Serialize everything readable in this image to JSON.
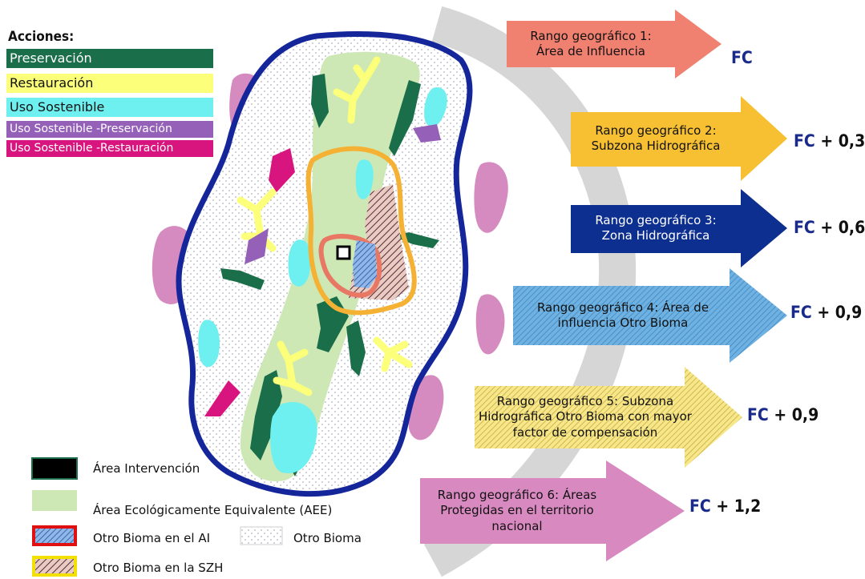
{
  "legend": {
    "title": "Acciones:",
    "items": [
      {
        "label": "Preservación",
        "color": "#1b6e4a",
        "text_color": "#ffffff"
      },
      {
        "label": "Restauración",
        "color": "#fbff7a",
        "text_color": "#111111"
      },
      {
        "label": "Uso Sostenible",
        "color": "#6ef0f0",
        "text_color": "#111111"
      },
      {
        "label": "Uso Sostenible -Preservación",
        "color": "#9560b8",
        "text_color": "#ffffff"
      },
      {
        "label": "Uso Sostenible -Restauración",
        "color": "#d8157f",
        "text_color": "#ffffff"
      }
    ]
  },
  "ranges": [
    {
      "line1": "Rango geográfico 1:",
      "line2": "Área de Influencia",
      "line3": "",
      "fc": "FC",
      "add": "",
      "color": "#f08070"
    },
    {
      "line1": "Rango geográfico 2:",
      "line2": "Subzona  Hidrográfica",
      "line3": "",
      "fc": "FC",
      "add": "+ 0,3",
      "color": "#f7c032"
    },
    {
      "line1": "Rango geográfico 3:",
      "line2": "Zona Hidrográfica",
      "line3": "",
      "fc": "FC",
      "add": "+ 0,6",
      "color": "#0d2f8f"
    },
    {
      "line1": "Rango geográfico 4: Área de",
      "line2": "influencia Otro  Bioma",
      "line3": "",
      "fc": "FC",
      "add": "+ 0,9",
      "color": "#5aa6d8"
    },
    {
      "line1": "Rango geográfico 5: Subzona",
      "line2": "Hidrográfica Otro  Bioma con mayor",
      "line3": "factor de compensación",
      "fc": "FC",
      "add": "+ 0,9",
      "color": "#f2de7a"
    },
    {
      "line1": "Rango geográfico 6:  Áreas",
      "line2": "Protegidas en el territorio",
      "line3": "nacional",
      "fc": "FC",
      "add": "+ 1,2",
      "color": "#d889c0"
    }
  ],
  "bottom_legend": {
    "intervencion": "Área Intervención",
    "aee": "Área Ecológicamente  Equivalente (AEE)",
    "otro_bioma_ai": "Otro Bioma en el AI",
    "otro_bioma": "Otro Bioma",
    "otro_bioma_szh": "Otro Bioma en la SZH"
  }
}
